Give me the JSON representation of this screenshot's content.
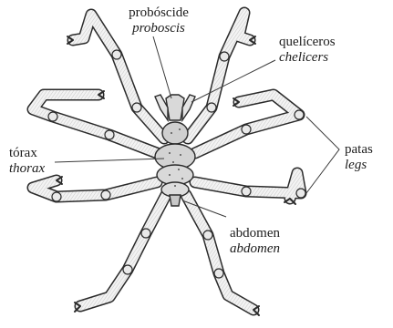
{
  "colors": {
    "ink": "#2b2b2b",
    "body_shade": "#d9d9d9",
    "leg_fill": "#f1f1f1",
    "leader": "#3a3a3a"
  },
  "labels": {
    "proboscis": {
      "es": "probóscide",
      "en": "proboscis"
    },
    "chelicers": {
      "es": "quelíceros",
      "en": "chelicers"
    },
    "thorax": {
      "es": "tórax",
      "en": "thorax"
    },
    "legs": {
      "es": "patas",
      "en": "legs"
    },
    "abdomen": {
      "es": "abdomen",
      "en": "abdomen"
    }
  }
}
